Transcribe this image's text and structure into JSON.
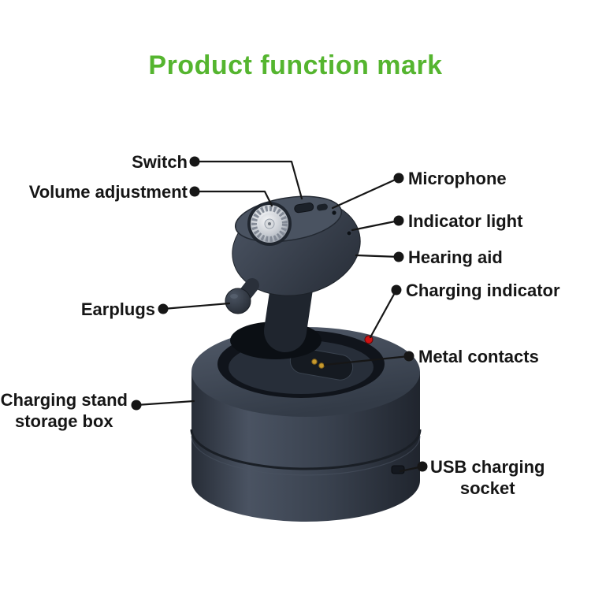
{
  "title": "Product function mark",
  "callouts": {
    "switch": "Switch",
    "volume_adjustment": "Volume adjustment",
    "microphone": "Microphone",
    "indicator_light": "Indicator light",
    "hearing_aid": "Hearing aid",
    "charging_indicator": "Charging indicator",
    "earplugs": "Earplugs",
    "metal_contacts": "Metal contacts",
    "charging_stand_storage_box": "Charging stand\nstorage box",
    "usb_charging_socket": "USB charging\nsocket"
  },
  "colors": {
    "title_green": "#55b52f",
    "callout_line": "#161616",
    "device_body_dark": "#3a424f",
    "dial_silver": "#c9cdd4",
    "charging_indicator_red": "#cf1313",
    "metal_contact_gold": "#c79a2e",
    "background": "#ffffff"
  }
}
